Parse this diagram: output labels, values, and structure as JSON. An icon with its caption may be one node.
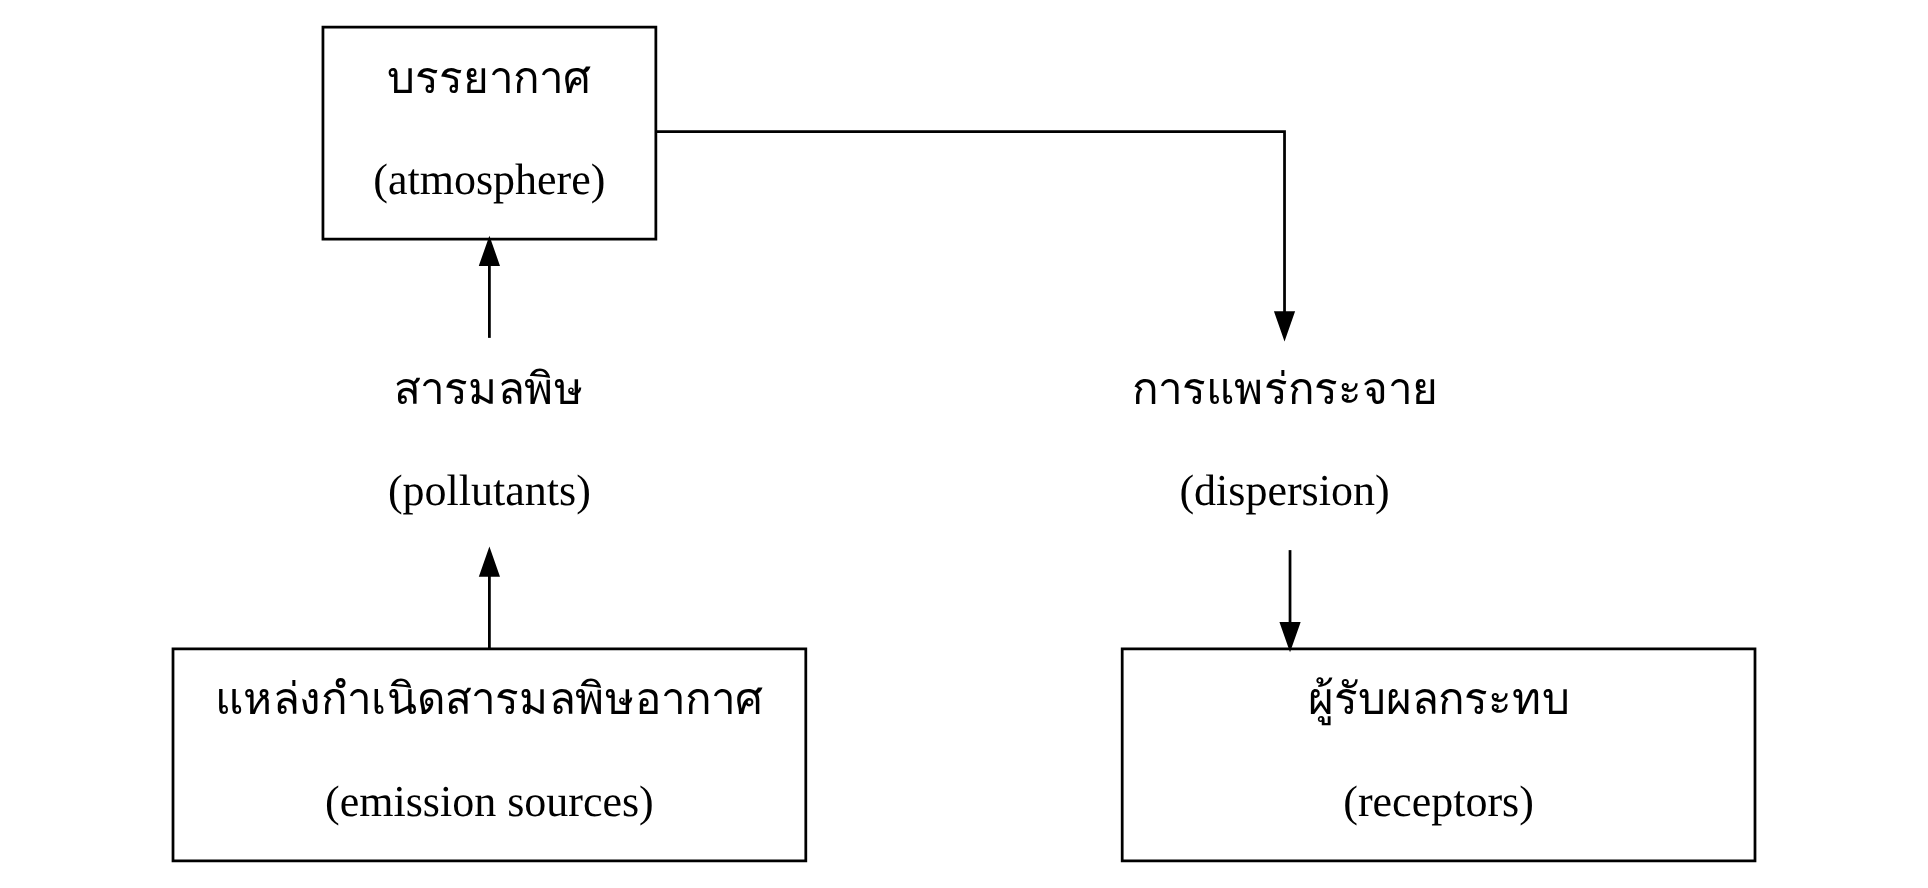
{
  "diagram": {
    "nodes": [
      {
        "text": [
          "แหล่งกำเนิดสารมลพิษอากาศ",
          "(emission sources)"
        ]
      },
      {
        "text": [
          "สารมลพิษ",
          "(pollutants)"
        ]
      },
      {
        "text": [
          "บรรยากาศ",
          "(atmosphere)"
        ]
      },
      {
        "text": [
          "การแพร่กระจาย",
          "(dispersion)"
        ]
      },
      {
        "text": [
          "ผู้รับผลกระทบ",
          "(receptors)"
        ]
      }
    ],
    "edges": [
      {
        "from": 0,
        "to": 1,
        "arrow": "to"
      },
      {
        "from": 1,
        "to": 2,
        "arrow": "to"
      },
      {
        "from": 2,
        "to": 3,
        "arrow": "to"
      },
      {
        "from": 3,
        "to": 4,
        "arrow": "to"
      }
    ]
  }
}
